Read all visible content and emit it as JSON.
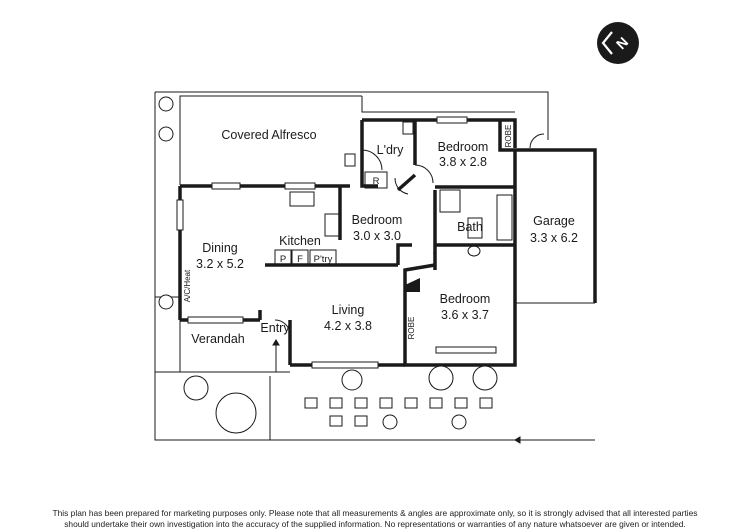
{
  "compass": {
    "letter": "N"
  },
  "rooms": {
    "alfresco": {
      "name": "Covered Alfresco"
    },
    "laundry": {
      "name": "L'dry"
    },
    "bedroom_top": {
      "name": "Bedroom",
      "size": "3.8 x 2.8"
    },
    "robe_top": {
      "name": "ROBE"
    },
    "bedroom_mid": {
      "name": "Bedroom",
      "size": "3.0 x 3.0"
    },
    "bath": {
      "name": "Bath"
    },
    "garage": {
      "name": "Garage",
      "size": "3.3 x 6.2"
    },
    "dining": {
      "name": "Dining",
      "size": "3.2 x 5.2"
    },
    "kitchen": {
      "name": "Kitchen"
    },
    "living": {
      "name": "Living",
      "size": "4.2 x 3.8"
    },
    "bedroom_bottom": {
      "name": "Bedroom",
      "size": "3.6 x 3.7"
    },
    "robe_bottom": {
      "name": "ROBE"
    },
    "verandah": {
      "name": "Verandah"
    },
    "entry": {
      "name": "Entry"
    }
  },
  "fixtures": {
    "ac_heat": "A/C/Heat",
    "fridge_r": "R",
    "pantry_p": "P",
    "fridge_f": "F",
    "pantry": "P'try"
  },
  "disclaimer": {
    "line1": "This plan has been prepared for marketing purposes only. Please note that all measurements & angles are approximate only, so it is strongly advised that all interested parties",
    "line2": "should undertake their own investigation into the accuracy of the supplied information. No representations or warranties of any nature whatsoever are given or intended."
  }
}
